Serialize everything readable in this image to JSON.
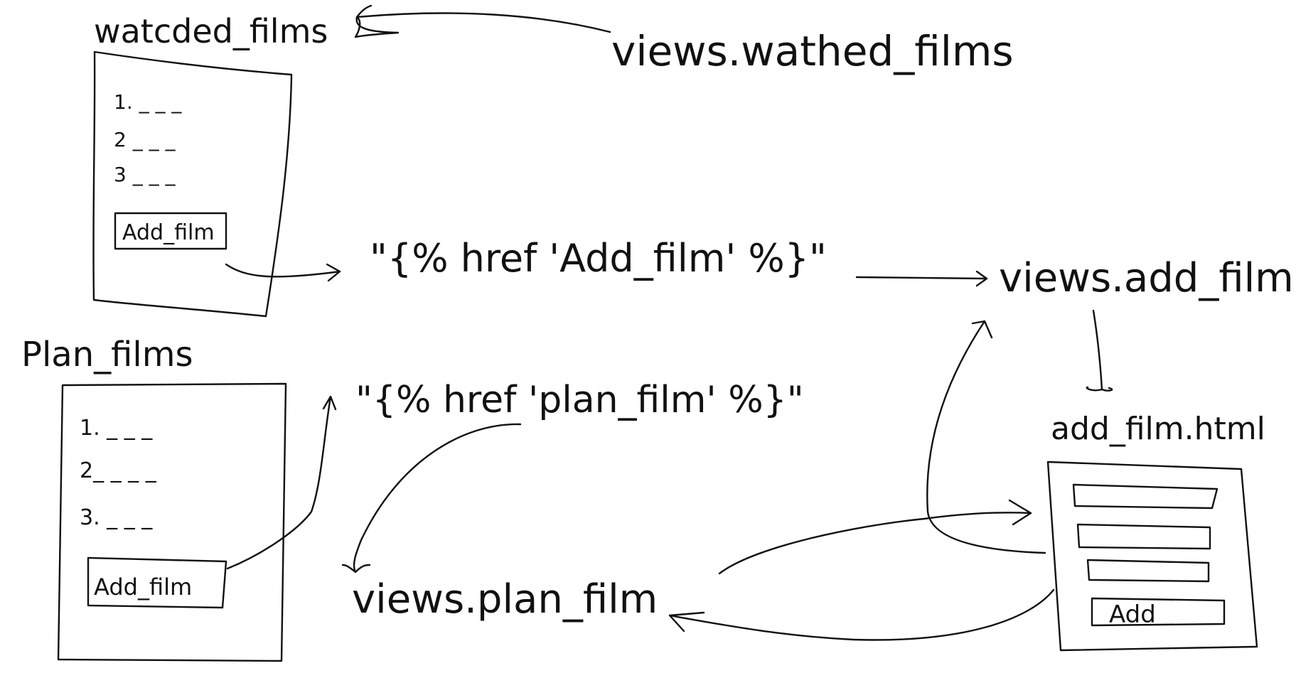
{
  "watched_panel": {
    "title": "watcded_films",
    "items": [
      "1. _ _ _",
      "2 _ _ _",
      "3 _ _ _"
    ],
    "button": "Add_film"
  },
  "plan_panel": {
    "title": "Plan_films",
    "items": [
      "1. _ _ _",
      "2_ _ _ _",
      "3. _ _ _"
    ],
    "button": "Add_film"
  },
  "labels": {
    "views_watched": "views.wathed_films",
    "href_add": "\"{% href 'Add_film' %}\"",
    "views_add": "views.add_film",
    "href_plan": "\"{% href 'plan_film' %}\"",
    "views_plan": "views.plan_film",
    "add_html": "add_film.html"
  },
  "form": {
    "button": "Add"
  }
}
